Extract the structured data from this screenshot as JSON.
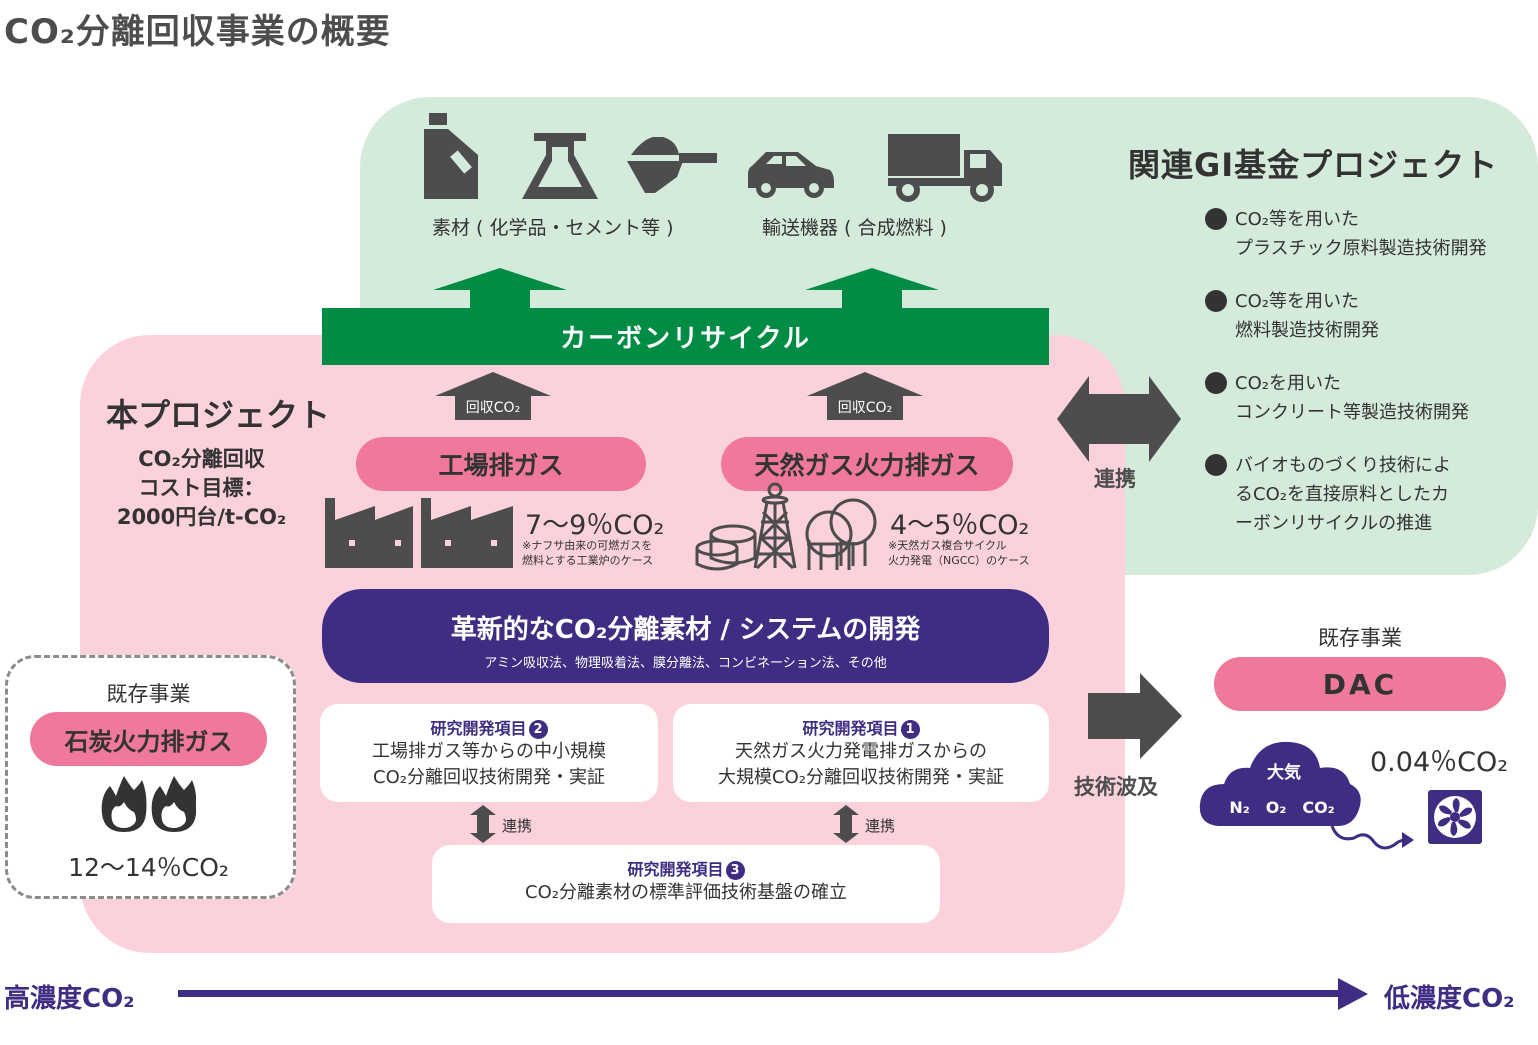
{
  "title": "CO₂分離回収事業の概要",
  "related_gi": {
    "title": "関連GI基金プロジェクト",
    "items": [
      {
        "line1": "CO₂等を用いた",
        "line2": "プラスチック原料製造技術開発"
      },
      {
        "line1": "CO₂等を用いた",
        "line2": "燃料製造技術開発"
      },
      {
        "line1": "CO₂を用いた",
        "line2": "コンクリート等製造技術開発"
      },
      {
        "line1": "バイオものづくり技術によ",
        "line2": "るCO₂を直接原料としたカ",
        "line3": "ーボンリサイクルの推進"
      }
    ],
    "icons": [
      "bottle-icon",
      "flask-icon",
      "powder-scoop-icon",
      "car-icon",
      "truck-icon"
    ],
    "label_materials": "素材 ( 化学品・セメント等 )",
    "label_transport": "輸送機器 ( 合成燃料 )"
  },
  "carbon_recycle": "カーボンリサイクル",
  "project": {
    "title": "本プロジェクト",
    "cost_line1": "CO₂分離回収",
    "cost_line2": "コスト目標：",
    "cost_line3": "2000円台/t-CO₂",
    "recovered_label": "回収CO₂",
    "factory": {
      "label": "工場排ガス",
      "concentration": "7～9％CO₂",
      "note1": "※ナフサ由来の可燃ガスを",
      "note2": "燃料とする工業炉のケース"
    },
    "gas": {
      "label": "天然ガス火力排ガス",
      "concentration": "4～5％CO₂",
      "note1": "※天然ガス複合サイクル",
      "note2": "火力発電（NGCC）のケース"
    },
    "innovation": {
      "title": "革新的なCO₂分離素材 / システムの開発",
      "methods": "アミン吸収法、物理吸着法、膜分離法、コンビネーション法、その他"
    },
    "rd_items": [
      {
        "head": "研究開発項目",
        "num": "2",
        "line1": "工場排ガス等からの中小規模",
        "line2": "CO₂分離回収技術開発・実証"
      },
      {
        "head": "研究開発項目",
        "num": "1",
        "line1": "天然ガス火力発電排ガスからの",
        "line2": "大規模CO₂分離回収技術開発・実証"
      },
      {
        "head": "研究開発項目",
        "num": "3",
        "line1": "CO₂分離素材の標準評価技術基盤の確立"
      }
    ],
    "link_label": "連携"
  },
  "collab_label": "連携",
  "tech_spread_label": "技術波及",
  "existing_coal": {
    "label": "既存事業",
    "pill": "石炭火力排ガス",
    "concentration": "12～14％CO₂"
  },
  "existing_dac": {
    "label": "既存事業",
    "pill": "DAC",
    "concentration": "0.04％CO₂",
    "cloud_title": "大気",
    "cloud_gases": "N₂　O₂　CO₂"
  },
  "axis": {
    "left": "高濃度CO₂",
    "right": "低濃度CO₂"
  },
  "colors": {
    "green_panel": "#d4eadb",
    "pink_panel": "#fbd1dc",
    "carbon_recycle": "#008c44",
    "pill_pink": "#f0799b",
    "purple": "#3e2d82",
    "dark_gray": "#4d4d4d"
  }
}
